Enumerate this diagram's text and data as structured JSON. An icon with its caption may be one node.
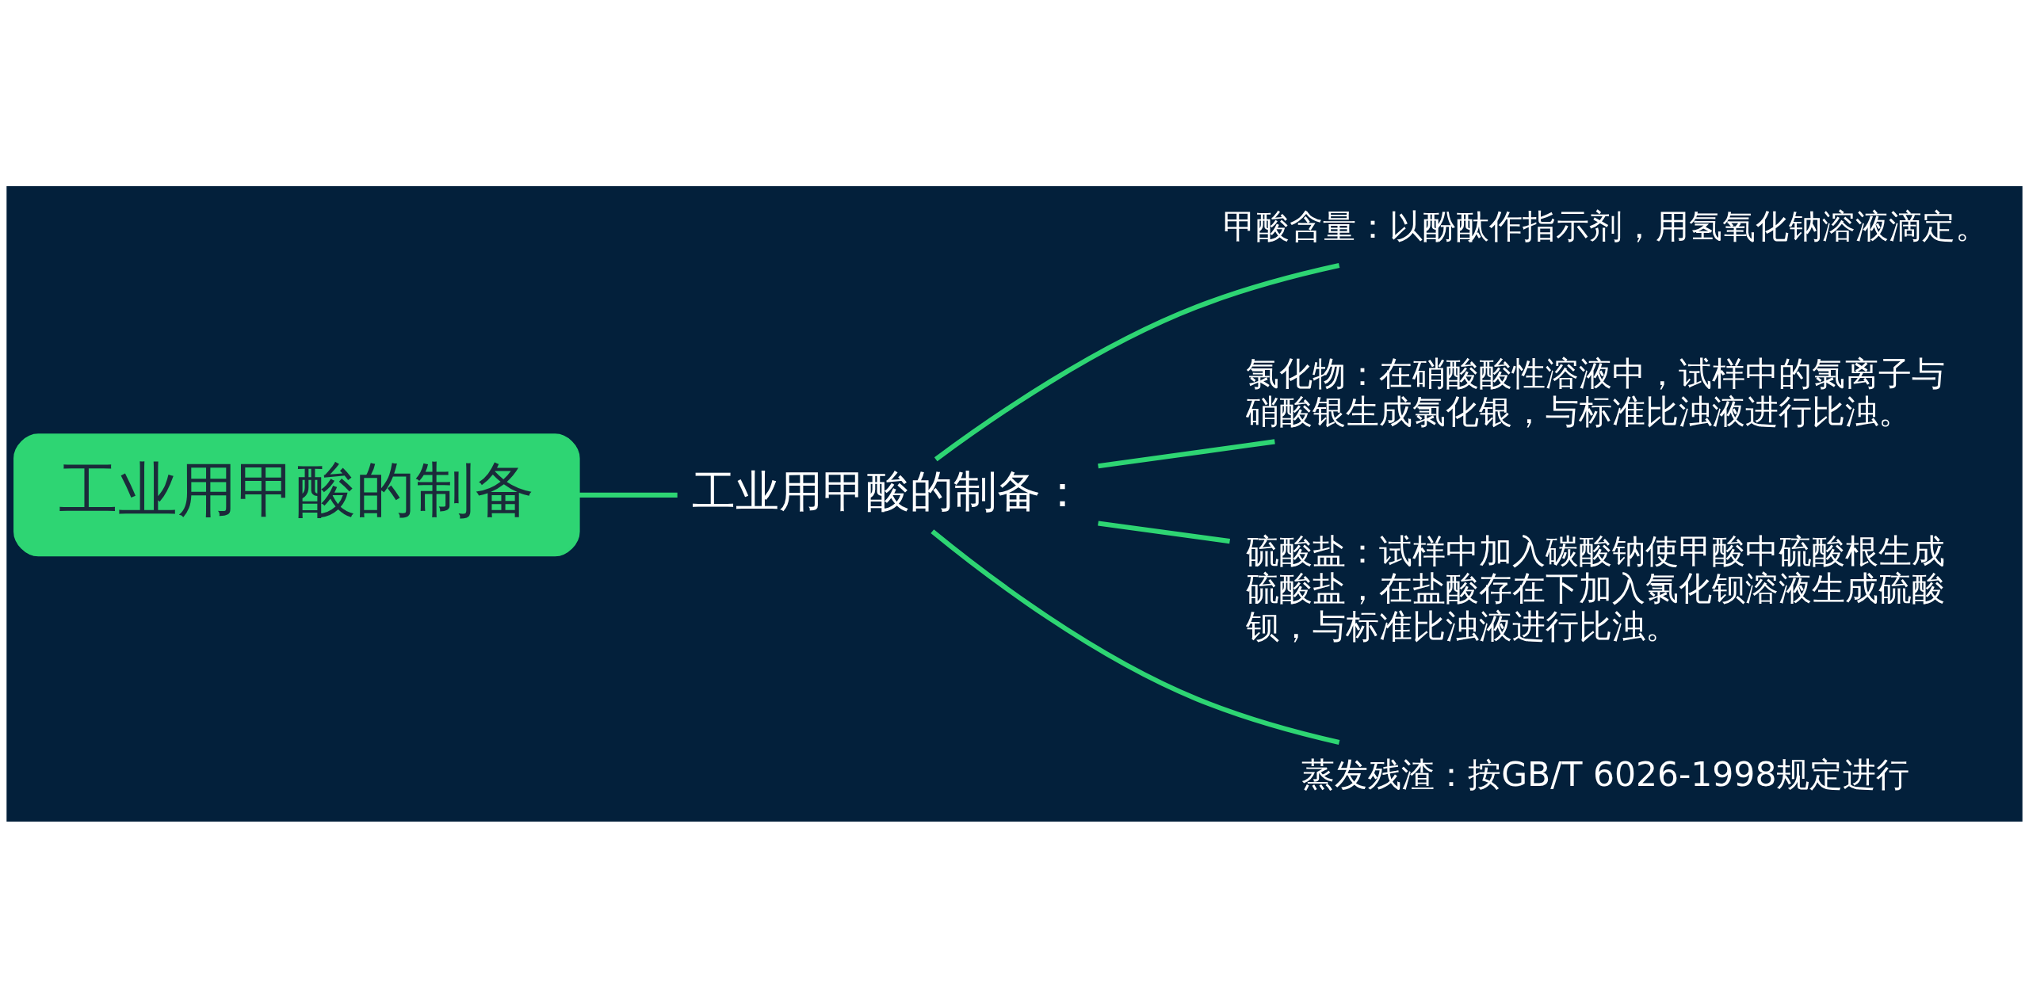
{
  "diagram": {
    "nodes": [
      {
        "text": [
          "工业用甲酸的制备"
        ]
      },
      {
        "text": [
          "工业用甲酸的制备："
        ]
      },
      {
        "text": [
          "甲酸含量：以酚酞作指示剂，用氢氧化钠溶液滴定。"
        ]
      },
      {
        "text": [
          "氯化物：在硝酸酸性溶液中，试样中的氯离子与硝酸银生成氯化银，与标准比浊液进行比浊。"
        ]
      },
      {
        "text": [
          "硫酸盐：试样中加入碳酸钠使甲酸中硫酸根生成硫酸盐，在盐酸存在下加入氯化钡溶液生成硫酸钡，与标准比浊液进行比浊。"
        ]
      },
      {
        "text": [
          "蒸发残渣：按GB/T 6026-1998规定进行"
        ]
      }
    ],
    "edges": [
      {
        "from": 0,
        "to": 1,
        "arrow": "none"
      },
      {
        "from": 1,
        "to": 2,
        "arrow": "none"
      },
      {
        "from": 1,
        "to": 3,
        "arrow": "none"
      },
      {
        "from": 1,
        "to": 4,
        "arrow": "none"
      },
      {
        "from": 1,
        "to": 5,
        "arrow": "none"
      }
    ]
  }
}
